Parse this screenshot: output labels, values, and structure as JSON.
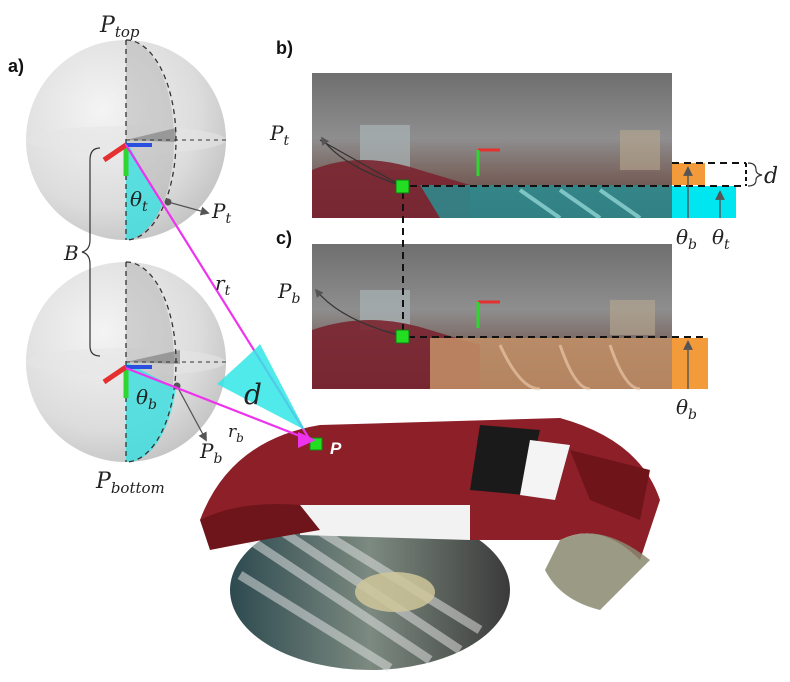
{
  "panels": {
    "a": "a)",
    "b": "b)",
    "c": "c)"
  },
  "labels": {
    "p_top_main": "P",
    "p_top_sub": "top",
    "p_bottom_main": "P",
    "p_bottom_sub": "bottom",
    "theta_t_main": "θ",
    "theta_t_sub": "t",
    "theta_b_main": "θ",
    "theta_b_sub": "b",
    "pt_main": "P",
    "pt_sub": "t",
    "pb_main": "P",
    "pb_sub": "b",
    "baseline": "B",
    "rt_main": "r",
    "rt_sub": "t",
    "rb_main": "r",
    "rb_sub": "b",
    "distance": "d",
    "point": "P"
  },
  "colors": {
    "magenta": "#ee33ee",
    "cyan": "#33e6e6",
    "orange": "#f39b3b",
    "axis_red": "#e53030",
    "axis_green": "#2fd62f",
    "axis_blue": "#2a4fe0",
    "marker_green": "#22dd22",
    "sofa": "#8c1f28"
  }
}
